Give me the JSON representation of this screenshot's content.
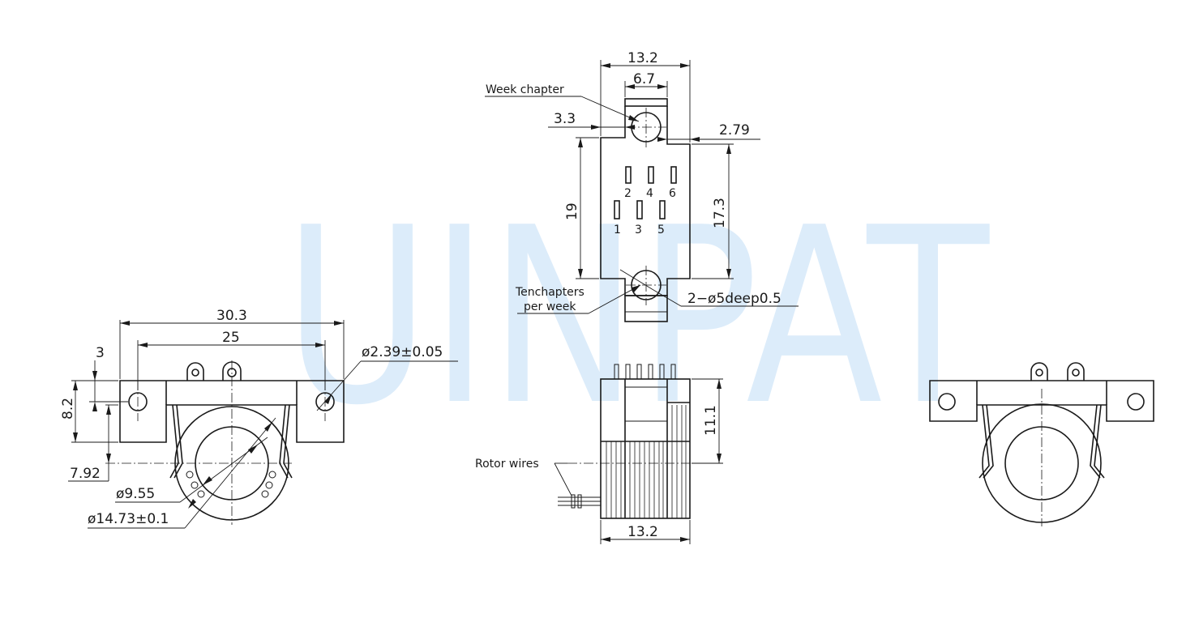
{
  "watermark": {
    "text": "UINPAT",
    "color": "#dcecfa"
  },
  "top_view": {
    "dims": {
      "overall_width": "13.2",
      "upper_width": "6.7",
      "left_offset": "3.3",
      "right_offset": "2.79",
      "left_height": "19",
      "right_height": "17.3"
    },
    "labels": {
      "week_chapter": "Week chapter",
      "tenchapters_line1": "Tenchapters",
      "tenchapters_line2": "per week",
      "hole_spec": "2−ø5deep0.5"
    },
    "pins_top": [
      "2",
      "4",
      "6"
    ],
    "pins_bottom": [
      "1",
      "3",
      "5"
    ]
  },
  "side_view": {
    "dims": {
      "width": "13.2",
      "height": "11.1"
    },
    "labels": {
      "rotor_wires": "Rotor wires"
    }
  },
  "front_view": {
    "dims": {
      "overall_width": "30.3",
      "hole_spacing": "25",
      "hole_offset": "3",
      "flange_height": "8.2",
      "center_offset": "7.92",
      "hole_diameter": "ø2.39±0.05",
      "inner_diameter": "ø9.55",
      "outer_diameter": "ø14.73±0.1"
    }
  },
  "right_view": {}
}
